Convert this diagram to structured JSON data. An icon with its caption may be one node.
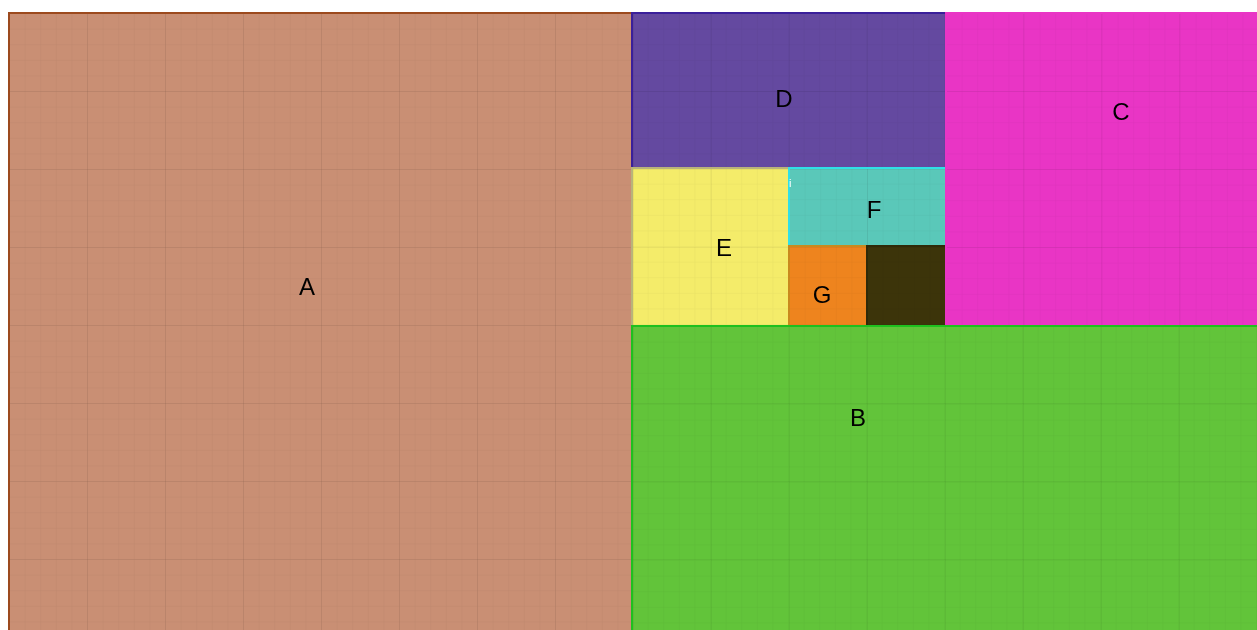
{
  "diagram": {
    "nodes": [
      {
        "text": [
          "A"
        ]
      },
      {
        "text": [
          "D"
        ]
      },
      {
        "text": [
          "C"
        ]
      },
      {
        "text": [
          "E"
        ]
      },
      {
        "text": [
          "F"
        ]
      },
      {
        "text": [
          "G"
        ]
      },
      {
        "text": [],
        "shape": "box"
      },
      {
        "text": [
          "B"
        ]
      }
    ],
    "labels": [
      "i"
    ]
  }
}
